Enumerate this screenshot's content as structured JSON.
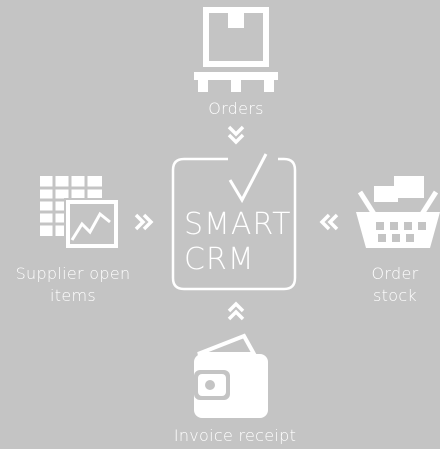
{
  "nodes": {
    "orders": {
      "label": "Orders",
      "icon": "pallet-box-icon"
    },
    "supplier": {
      "label_line1": "Supplier open",
      "label_line2": "items",
      "icon": "spreadsheet-chart-icon"
    },
    "order_stock": {
      "label_line1": "Order",
      "label_line2": "stock",
      "icon": "shopping-basket-icon"
    },
    "invoice": {
      "label": "Invoice receipt",
      "icon": "wallet-icon"
    }
  },
  "center": {
    "line1": "SMART",
    "line2": "CRM",
    "icon": "checkmark-icon"
  },
  "colors": {
    "background": "#c4c4c4",
    "foreground": "#ffffff"
  }
}
